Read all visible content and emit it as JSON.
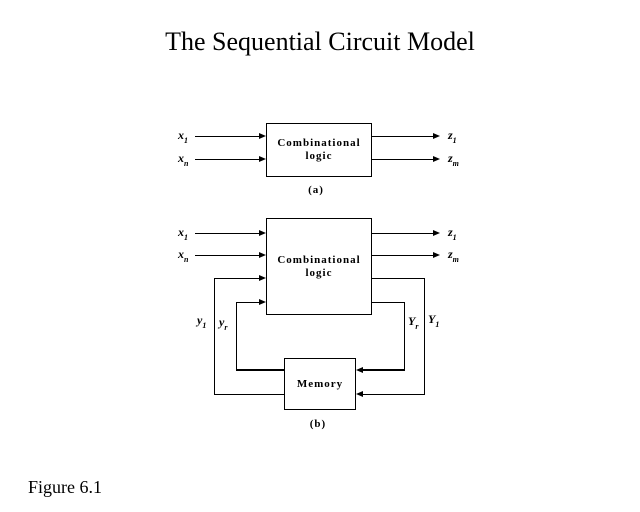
{
  "title": "The Sequential Circuit Model",
  "figure_caption": "Figure 6.1",
  "colors": {
    "ink": "#000000",
    "background": "#ffffff"
  },
  "diagram_a": {
    "caption": "(a)",
    "box_label_line1": "Combinational",
    "box_label_line2": "logic",
    "inputs": [
      {
        "base": "x",
        "sub": "1"
      },
      {
        "base": "x",
        "sub": "n"
      }
    ],
    "outputs": [
      {
        "base": "z",
        "sub": "1"
      },
      {
        "base": "z",
        "sub": "m"
      }
    ]
  },
  "diagram_b": {
    "caption": "(b)",
    "box_label_line1": "Combinational",
    "box_label_line2": "logic",
    "memory_label": "Memory",
    "inputs": [
      {
        "base": "x",
        "sub": "1"
      },
      {
        "base": "x",
        "sub": "n"
      }
    ],
    "outputs": [
      {
        "base": "z",
        "sub": "1"
      },
      {
        "base": "z",
        "sub": "m"
      }
    ],
    "present_state": [
      {
        "base": "y",
        "sub": "1"
      },
      {
        "base": "y",
        "sub": "r"
      }
    ],
    "next_state": [
      {
        "base": "Y",
        "sub": "r"
      },
      {
        "base": "Y",
        "sub": "1"
      }
    ]
  }
}
